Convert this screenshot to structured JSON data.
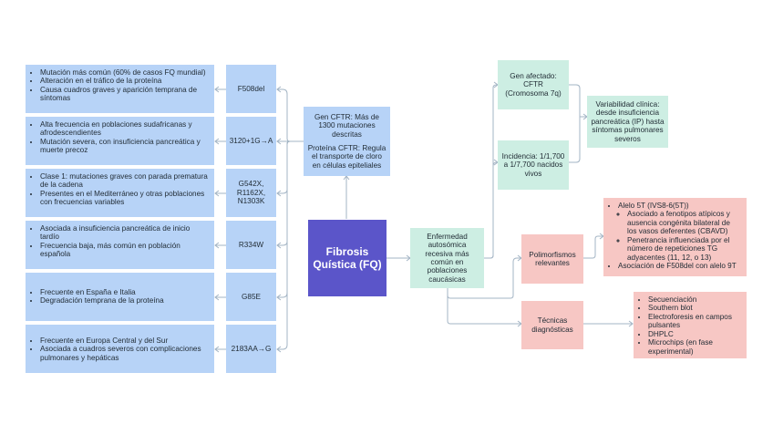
{
  "main_topic": "Fibrosis Quística (FQ)",
  "gene_box": {
    "line1": "Gen CFTR: Más de 1300 mutaciones descritas",
    "line2": "Proteína CFTR: Regula el transporte de cloro en células epiteliales"
  },
  "mutations": [
    {
      "name": "F508del",
      "bullets": [
        "Mutación más común (60% de casos FQ mundial)",
        "Alteración en el tráfico de la proteína",
        "Causa cuadros graves y aparición temprana de síntomas"
      ]
    },
    {
      "name": "3120+1G→A",
      "bullets": [
        "Alta frecuencia en poblaciones sudafricanas y afrodescendientes",
        "Mutación severa, con insuficiencia pancreática y muerte precoz"
      ]
    },
    {
      "name": "G542X, R1162X, N1303K",
      "bullets": [
        "Clase 1: mutaciones graves con parada prematura de la cadena",
        "Presentes en el Mediterráneo y otras poblaciones con frecuencias variables"
      ]
    },
    {
      "name": "R334W",
      "bullets": [
        "Asociada a insuficiencia pancreática de inicio tardío",
        "Frecuencia baja, más común en población española"
      ]
    },
    {
      "name": "G85E",
      "bullets": [
        "Frecuente en España e Italia",
        "Degradación temprana de la proteína"
      ]
    },
    {
      "name": "2183AA→G",
      "bullets": [
        "Frecuente en Europa Central y del Sur",
        "Asociada a cuadros severos con complicaciones pulmonares y hepáticas"
      ]
    }
  ],
  "disease_box": "Enfermedad autosómica recesiva más común en poblaciones caucásicas",
  "gene_affected": "Gen afectado: CFTR (Cromosoma 7q)",
  "incidence": "Incidencia: 1/1,700 a 1/7,700 nacidos vivos",
  "variability": "Variabilidad clínica: desde insuficiencia pancreática (IP) hasta síntomas pulmonares severos",
  "polymorphisms": {
    "label": "Polimorfismos relevantes",
    "allele": "Alelo 5T (IVS8-6(5T))",
    "sub": [
      "Asociado a fenotipos atípicos y ausencia congénita bilateral de los vasos deferentes (CBAVD)",
      "Penetrancia influenciada por el número de repeticiones TG adyacentes (11, 12, o 13)"
    ],
    "assoc": "Asociación de F508del con alelo 9T"
  },
  "techniques": {
    "label": "Técnicas diagnósticas",
    "items": [
      "Secuenciación",
      "Southern blot",
      "Electroforesis en campos pulsantes",
      "DHPLC",
      "Microchips (en fase experimental)"
    ]
  },
  "colors": {
    "blue": "#b7d3f7",
    "green": "#cdeee3",
    "pink": "#f7c7c4",
    "main": "#5b55c9",
    "line": "#9fb2c4"
  }
}
